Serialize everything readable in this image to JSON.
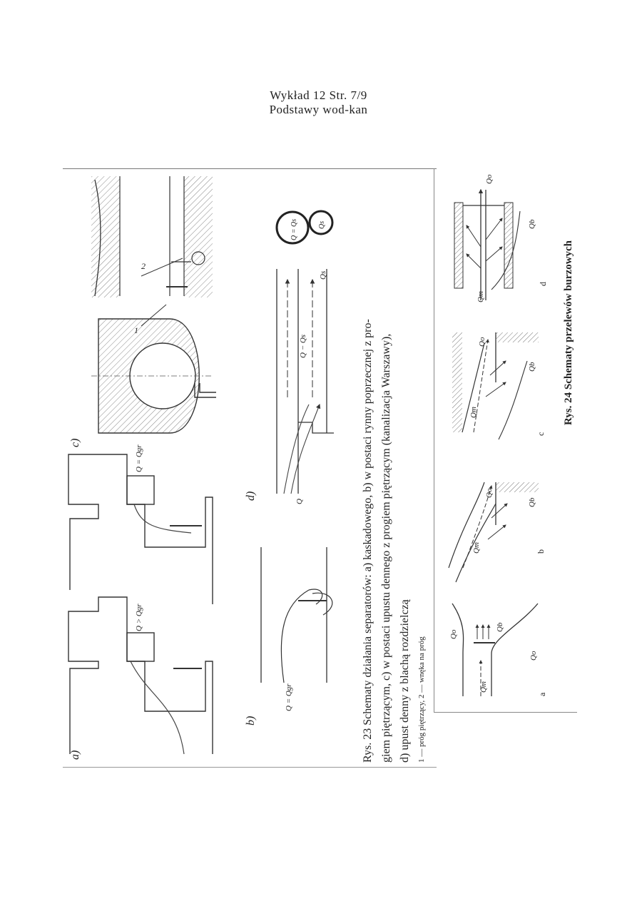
{
  "header": {
    "line1": "Wykład 12 Str. 7/9",
    "line2": "Podstawy wod-kan"
  },
  "figure23": {
    "caption_main": "Rys. 23 Schematy działania separatorów: a) kaskadowego, b) w postaci rynny poprzecznej z pro-",
    "caption_line2": "giem piętrzącym, c) w postaci upustu dennego z progiem piętrzącym (kanalizacja Warszawy),",
    "caption_line3": "d) upust denny z blachą rozdzielczą",
    "caption_legend": "1 — próg piętrzący, 2 — wnęka na próg",
    "panel_labels": {
      "a": "a)",
      "b": "b)",
      "c": "c)",
      "d": "d)"
    },
    "flow_labels": {
      "a1": "Q > Qgr",
      "a2": "Q = Qgr",
      "b": "Q = Qgr",
      "d_in": "Q",
      "d_mid": "Q − Qs",
      "d_out": "Qs",
      "d_circle1": "Q = Qs",
      "d_circle2": "Qs"
    },
    "numbers": {
      "n1": "1",
      "n2": "2"
    }
  },
  "figure24": {
    "caption": "Rys. 24 Schematy przelewów burzowych",
    "sub_labels": {
      "a": "a",
      "b": "b",
      "c": "c",
      "d": "d"
    },
    "flow_labels": {
      "Qo": "Qo",
      "Qm": "Qm",
      "Qb": "Qb"
    }
  }
}
